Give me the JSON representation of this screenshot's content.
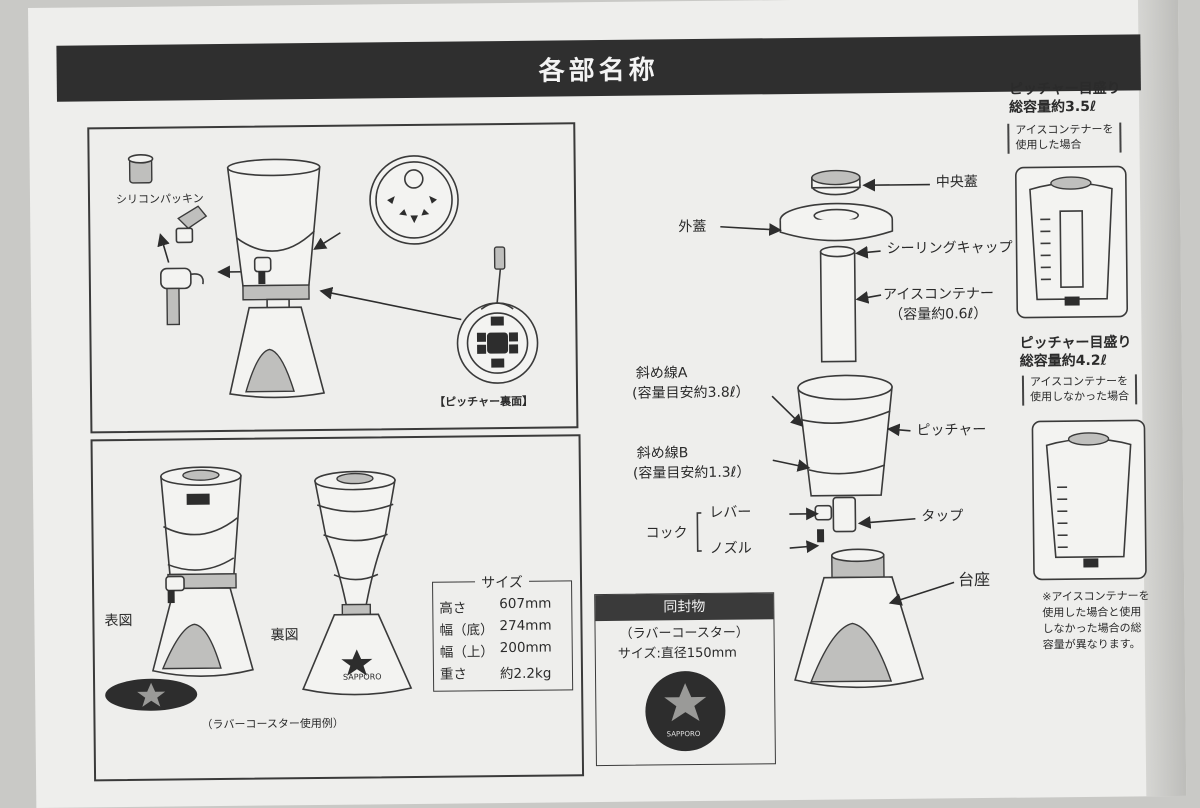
{
  "title": "各部名称",
  "left_panel": {
    "silicone_packing": "シリコンパッキン",
    "pitcher_back": "【ピッチャー裏面】"
  },
  "views_panel": {
    "front_view": "表図",
    "back_view": "裏図",
    "coaster_example": "（ラバーコースター使用例）",
    "brand_mark": "SAPPORO",
    "size": {
      "header": "サイズ",
      "rows": [
        {
          "label": "高さ",
          "value": "607mm"
        },
        {
          "label": "幅（底）",
          "value": "274mm"
        },
        {
          "label": "幅（上）",
          "value": "200mm"
        },
        {
          "label": "重さ",
          "value": "約2.2kg"
        }
      ]
    }
  },
  "enclosed": {
    "header": "同封物",
    "item": "（ラバーコースター）",
    "size": "サイズ:直径150mm",
    "brand_mark": "SAPPORO"
  },
  "parts": {
    "center_lid": "中央蓋",
    "outer_lid": "外蓋",
    "sealing_cap": "シーリングキャップ",
    "ice_container": "アイスコンテナー",
    "ice_container_cap": "（容量約0.6ℓ）",
    "line_a": "斜め線A",
    "line_a_cap": "(容量目安約3.8ℓ）",
    "pitcher": "ピッチャー",
    "line_b": "斜め線B",
    "line_b_cap": "(容量目安約1.3ℓ）",
    "cock": "コック",
    "lever": "レバー",
    "nozzle": "ノズル",
    "tap": "タップ",
    "base": "台座"
  },
  "scale_a": {
    "title1": "ピッチャー目盛り",
    "title2": "総容量約3.5ℓ",
    "note1": "アイスコンテナーを",
    "note2": "使用した場合"
  },
  "scale_b": {
    "title1": "ピッチャー目盛り",
    "title2": "総容量約4.2ℓ",
    "note1": "アイスコンテナーを",
    "note2": "使用しなかった場合"
  },
  "footnote": [
    "※アイスコンテナーを",
    "使用した場合と使用",
    "しなかった場合の総",
    "容量が異なります。"
  ]
}
